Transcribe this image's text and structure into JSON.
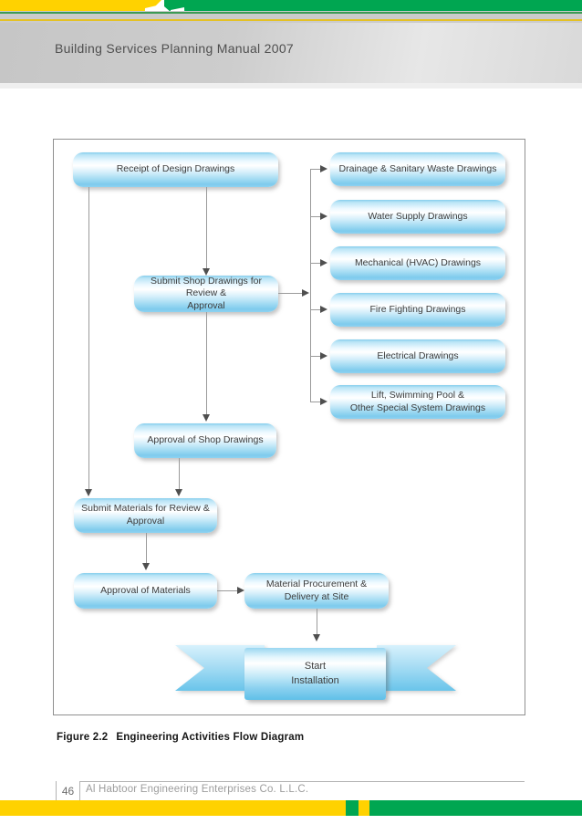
{
  "header": {
    "title": "Building Services Planning Manual 2007"
  },
  "icons": {
    "logo": "al-habtoor-logo"
  },
  "diagram": {
    "nodes": {
      "receipt": {
        "label": "Receipt of Design Drawings"
      },
      "submit_shop": {
        "label": "Submit Shop Drawings for Review &\nApproval"
      },
      "approval_shop": {
        "label": "Approval of Shop Drawings"
      },
      "submit_materials": {
        "label": "Submit Materials for Review &\nApproval"
      },
      "approval_materials": {
        "label": "Approval of Materials"
      },
      "material_procurement": {
        "label": "Material Procurement &\nDelivery at Site"
      }
    },
    "right_nodes": [
      {
        "label": "Drainage & Sanitary Waste Drawings"
      },
      {
        "label": "Water Supply Drawings"
      },
      {
        "label": "Mechanical (HVAC) Drawings"
      },
      {
        "label": "Fire Fighting Drawings"
      },
      {
        "label": "Electrical Drawings"
      },
      {
        "label": "Lift, Swimming Pool &\nOther Special System Drawings"
      }
    ],
    "ribbon": {
      "label": "Start\nInstallation"
    }
  },
  "caption": {
    "figure_label": "Figure 2.2",
    "figure_title": "Engineering Activities Flow Diagram"
  },
  "footer": {
    "page_number": "46",
    "company": "Al Habtoor Engineering Enterprises Co. L.L.C."
  },
  "theme": {
    "brand_yellow": "#FFD200",
    "brand_green": "#00A651",
    "box_blue_light": "#edf9ff",
    "box_blue_dark": "#7ecbed",
    "connector_gray": "#9a9a9a",
    "header_gray": "#cdcdcd"
  }
}
